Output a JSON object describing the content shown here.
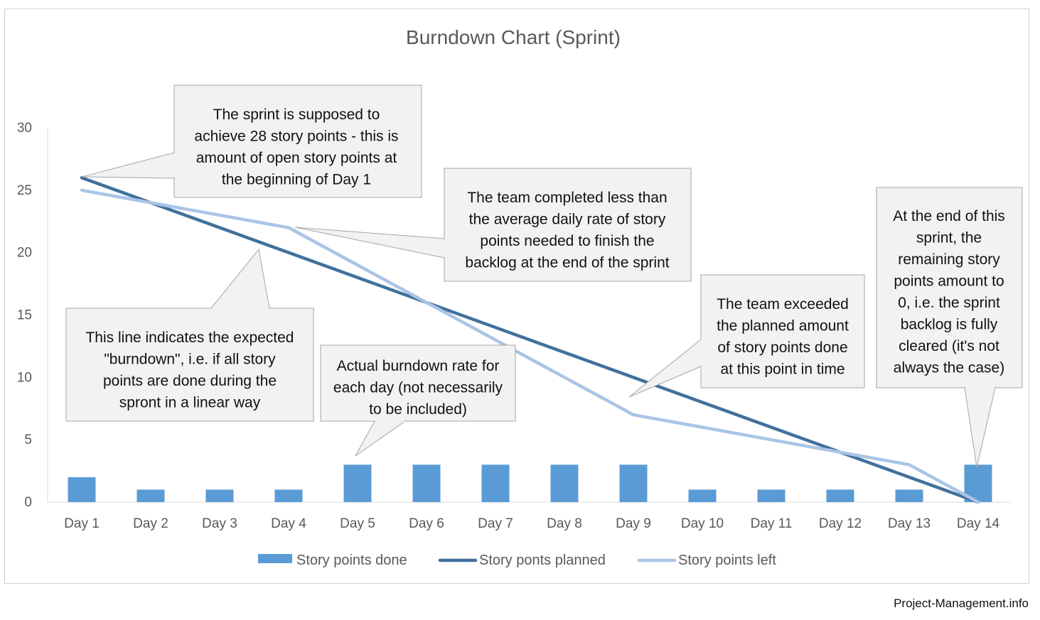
{
  "chart_data": {
    "type": "bar",
    "title": "Burndown Chart (Sprint)",
    "categories": [
      "Day 1",
      "Day 2",
      "Day 3",
      "Day 4",
      "Day 5",
      "Day 6",
      "Day 7",
      "Day 8",
      "Day 9",
      "Day 10",
      "Day 11",
      "Day 12",
      "Day 13",
      "Day 14"
    ],
    "ylim": [
      0,
      30
    ],
    "yticks": [
      0,
      5,
      10,
      15,
      20,
      25,
      30
    ],
    "grid": false,
    "legend_position": "bottom",
    "series": [
      {
        "name": "Story points done",
        "type": "bar",
        "color": "#5b9bd5",
        "values": [
          2,
          1,
          1,
          1,
          3,
          3,
          3,
          3,
          3,
          1,
          1,
          1,
          1,
          3
        ]
      },
      {
        "name": "Story ponts planned",
        "type": "line",
        "color": "#41719c",
        "values": [
          26,
          24,
          22,
          20,
          18,
          16,
          14,
          12,
          10,
          8,
          6,
          4,
          2,
          0
        ]
      },
      {
        "name": "Story points left",
        "type": "line",
        "color": "#a9c4e6",
        "values": [
          25,
          24,
          23,
          22,
          19,
          16,
          13,
          10,
          7,
          6,
          5,
          4,
          3,
          0
        ]
      }
    ],
    "annotations": [
      {
        "lines": [
          "The sprint is supposed to",
          "achieve 28 story points - this is",
          "amount of open story points at",
          "the beginning of Day 1"
        ]
      },
      {
        "lines": [
          "The team completed less than",
          "the average daily rate of story",
          "points needed to finish the",
          "backlog at the end of the sprint"
        ]
      },
      {
        "lines": [
          "This line indicates the expected",
          "\"burndown\", i.e. if all story",
          "points are done during the",
          "spront in a linear way"
        ]
      },
      {
        "lines": [
          "Actual burndown rate for",
          "each day (not necessarily",
          "to be included)"
        ]
      },
      {
        "lines": [
          "The team exceeded",
          "the planned amount",
          "of story points done",
          "at this point in time"
        ]
      },
      {
        "lines": [
          "At the end of this",
          "sprint, the",
          "remaining story",
          "points amount to",
          "0, i.e. the sprint",
          "backlog is fully",
          "cleared (it's not",
          "always the case)"
        ]
      }
    ]
  },
  "source": "Project-Management.info"
}
